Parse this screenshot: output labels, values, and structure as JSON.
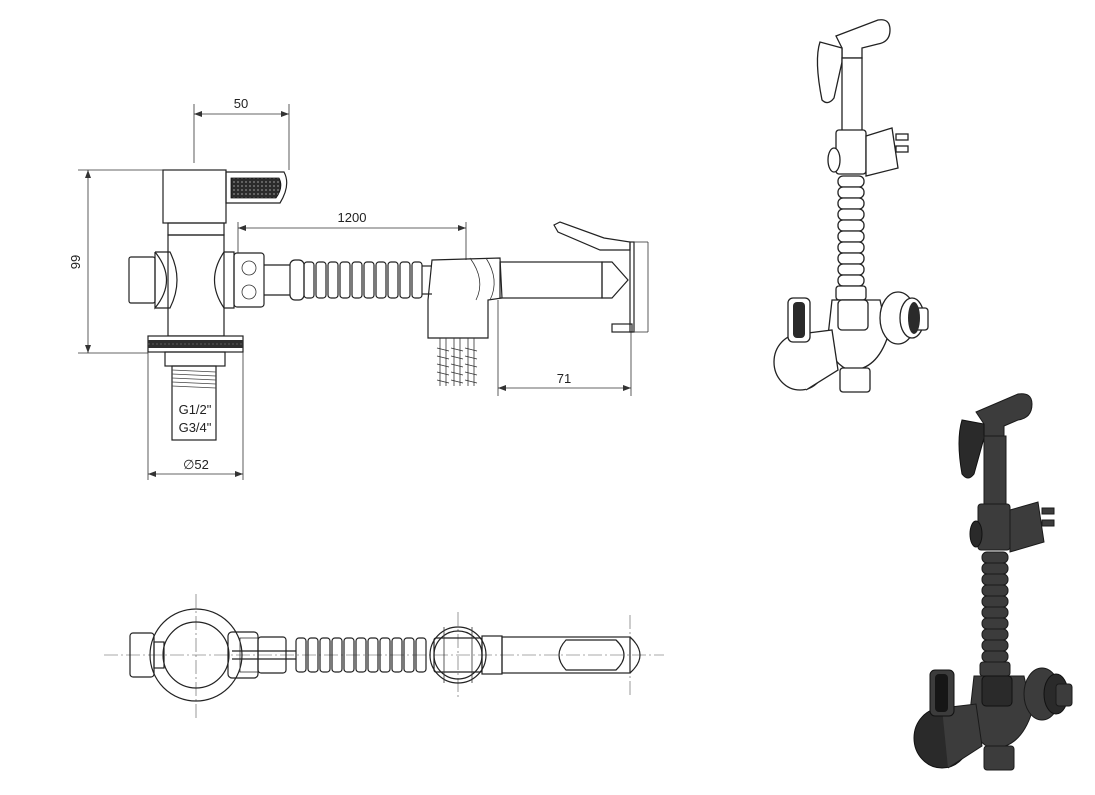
{
  "dimensions": {
    "handle_offset": "50",
    "body_height": "99",
    "hose_length": "1200",
    "spray_offset": "71",
    "thread_primary": "G1/2\"",
    "thread_secondary": "G3/4\"",
    "flange_diameter": "∅52"
  },
  "colors": {
    "line": "#222222",
    "background": "#ffffff",
    "black_finish": "#3c3c3c",
    "knurl": "#2b2b2b"
  }
}
